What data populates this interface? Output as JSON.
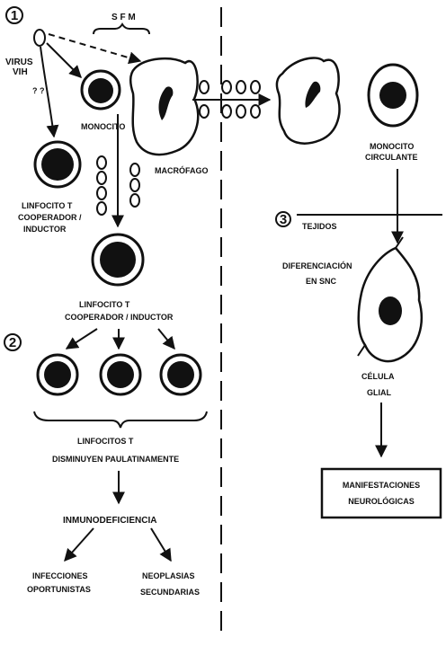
{
  "steps": {
    "step1": "1",
    "step2": "2",
    "step3": "3"
  },
  "labels": {
    "virus": "VIRUS",
    "vih": "VIH",
    "question_marks": "? ?",
    "sfm": "S F M",
    "monocito": "MONOCITO",
    "macrofago": "MACRÓFAGO",
    "monocito_circulante_1": "MONOCITO",
    "monocito_circulante_2": "CIRCULANTE",
    "linfocito_left_1": "LINFOCITO  T",
    "linfocito_left_2": "COOPERADOR /",
    "linfocito_left_3": "INDUCTOR",
    "linfocito_center_1": "LINFOCITO  T",
    "linfocito_center_2": "COOPERADOR / INDUCTOR",
    "tejidos": "TEJIDOS",
    "diferenciacion_1": "DIFERENCIACIÓN",
    "diferenciacion_2": "EN   SNC",
    "celula": "CÉLULA",
    "glial": "GLIAL",
    "linfocitos_t": "LINFOCITOS  T",
    "disminuyen": "DISMINUYEN  PAULATINAMENTE",
    "inmunodeficiencia": "INMUNODEFICIENCIA",
    "infecciones": "INFECCIONES",
    "oportunistas": "OPORTUNISTAS",
    "neoplasias": "NEOPLASIAS",
    "secundarias": "SECUNDARIAS",
    "manifestaciones_1": "MANIFESTACIONES",
    "manifestaciones_2": "NEUROLÓGICAS"
  }
}
